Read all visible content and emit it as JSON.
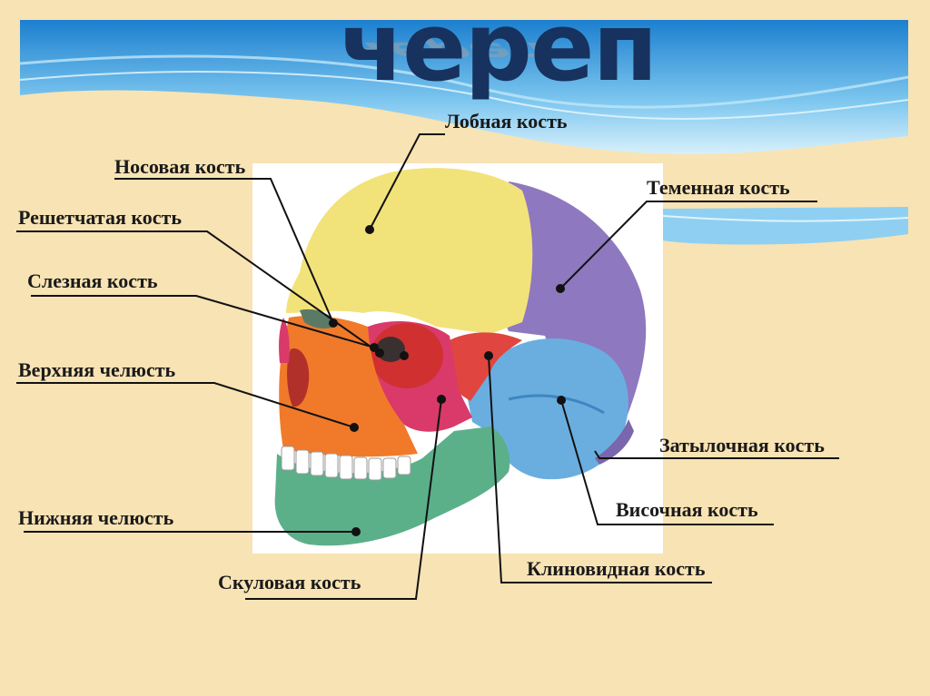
{
  "slide": {
    "title": "череп",
    "labels": {
      "frontal": "Лобная кость",
      "nasal": "Носовая кость",
      "parietal": "Теменная кость",
      "ethmoid": "Решетчатая кость",
      "lacrimal": "Слезная кость",
      "maxilla": "Верхняя челюсть",
      "occipital": "Затылочная кость",
      "temporal": "Височная кость",
      "mandible": "Нижняя челюсть",
      "zygomatic": "Скуловая кость",
      "sphenoid": "Клиновидная кость"
    }
  },
  "colors": {
    "background": "#f8e3b4",
    "banner_blue": "#1f8fd6",
    "title": "#17325e",
    "frontal": "#f2e27a",
    "parietal": "#8e78bf",
    "temporal": "#6aaee0",
    "sphenoid": "#e0453f",
    "zygomatic": "#d93a6a",
    "maxilla": "#f07a2a",
    "mandible": "#5bb08a",
    "leader_line": "#111111"
  }
}
